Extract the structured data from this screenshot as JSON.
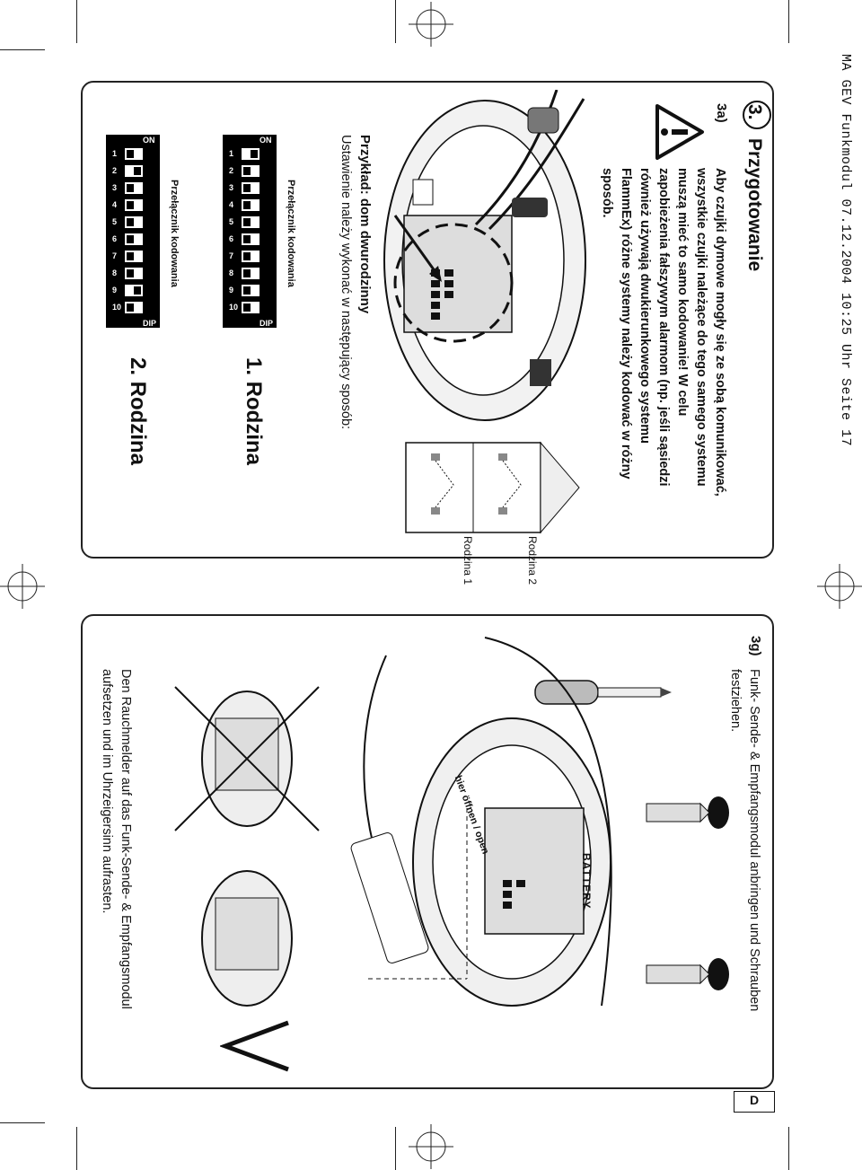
{
  "header": {
    "slug": "MA GEV Funkmodul  07.12.2004  10:25 Uhr  Seite 17"
  },
  "left_panel": {
    "section_number": "3.",
    "section_title": "Przygotowanie",
    "step_label": "3a)",
    "warning_lines": [
      "Aby czujki dymowe mogły się ze sobą komunikować,",
      "wszystkie czujki należące do tego samego systemu",
      "muszą mieć to samo kodowanie! W celu",
      "zapobieżenia fałszywym alarmom (np. jeśli sąsiedzi",
      "również używają dwukierunkowego systemu",
      "FlammEx) różne systemy należy kodować w różny",
      "sposób."
    ],
    "house_labels": [
      "Rodzina 1",
      "Rodzina 2"
    ],
    "example_title": "Przykład: dom dwurodzinny",
    "example_text": "Ustawienie należy wykonać w następujący sposób:",
    "dip_caption": "Przełącznik kodowania",
    "dip_on": "ON",
    "dip_dip": "DIP",
    "dip_numbers": [
      "1",
      "2",
      "3",
      "4",
      "5",
      "6",
      "7",
      "8",
      "9",
      "10"
    ],
    "family1": "1. Rodzina",
    "family2": "2. Rodzina",
    "family1_switches": [
      true,
      false,
      false,
      false,
      false,
      false,
      false,
      false,
      false,
      false
    ],
    "family2_switches": [
      false,
      true,
      false,
      false,
      false,
      false,
      false,
      false,
      true,
      false
    ]
  },
  "right_panel": {
    "step_label": "3g)",
    "step_lines": [
      "Funk- Sende- & Empfangsmodul anbringen und Schrauben",
      "festziehen."
    ],
    "open_label": "hier öffnen / open",
    "battery_label": "BATTERY",
    "bottom_lines": [
      "Den Rauchmelder auf das Funk-Sende- & Empfangsmodul",
      "aufsetzen und  im Uhrzeigersinn aufrasten."
    ]
  },
  "footer": {
    "language_code": "D"
  }
}
